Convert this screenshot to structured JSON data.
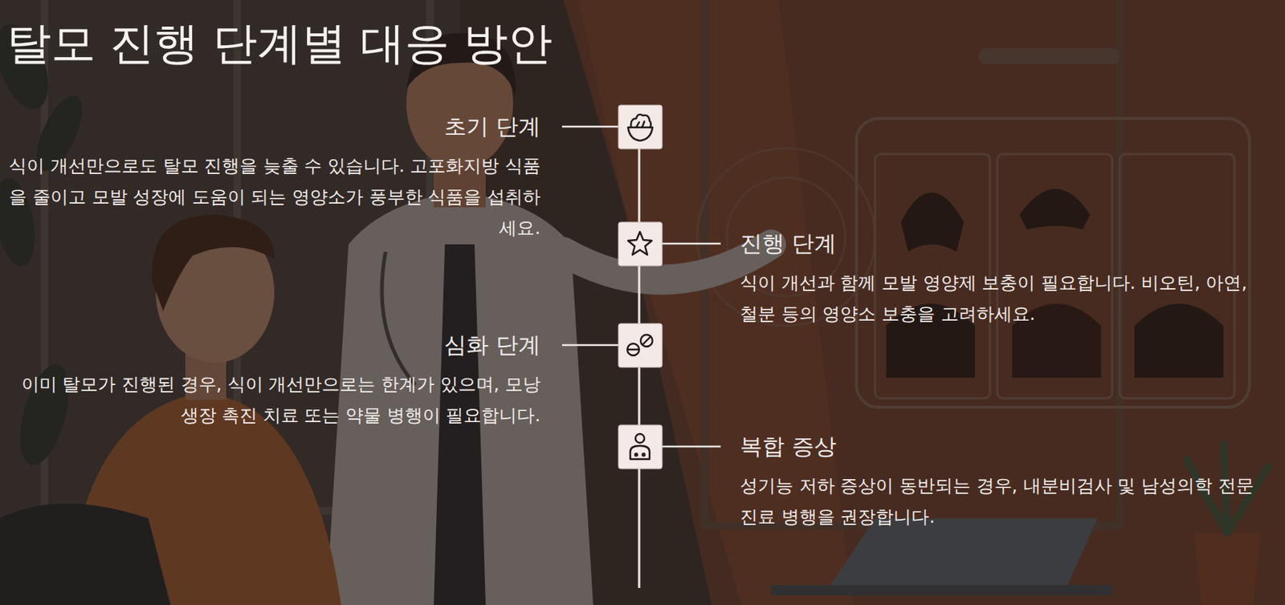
{
  "diagram": {
    "title": "탈모 진행 단계별 대응 방안",
    "nodes": [
      {
        "text": [
          "초기 단계",
          "식이 개선만으로도 탈모 진행을 늦출 수 있습니다. 고포화지방 식품을 줄이고 모발 성장에 도움이 되는 영양소가 풍부한 식품을 섭취하세요."
        ]
      },
      {
        "text": [
          "진행 단계",
          "식이 개선과 함께 모발 영양제 보충이 필요합니다. 비오틴, 아연, 철분 등의 영양소 보충을 고려하세요."
        ]
      },
      {
        "text": [
          "심화 단계",
          "이미 탈모가 진행된 경우, 식이 개선만으로는 한계가 있으며, 모낭 생장 촉진 치료 또는 약물 병행이 필요합니다."
        ]
      },
      {
        "text": [
          "복합 증상",
          "성기능 저하 증상이 동반되는 경우, 내분비검사 및 남성의학 전문 진료 병행을 권장합니다."
        ]
      }
    ]
  }
}
